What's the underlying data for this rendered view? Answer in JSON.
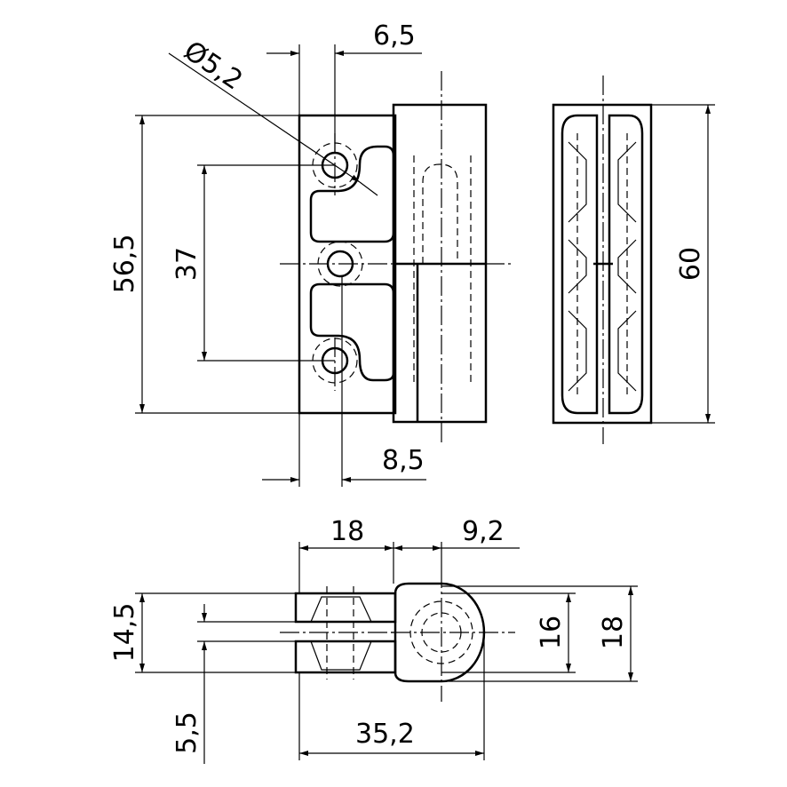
{
  "dimensions": {
    "hole_diameter": "Ø5,2",
    "hole_offset_top": "6,5",
    "overall_height_plate": "56,5",
    "hole_spacing": "37",
    "hole_offset_bottom": "8,5",
    "overall_height": "60",
    "plate_length": "18",
    "knuckle_offset": "9,2",
    "thickness_total": "14,5",
    "knuckle_inner": "16",
    "knuckle_outer": "18",
    "gap": "5,5",
    "overall_width": "35,2"
  }
}
